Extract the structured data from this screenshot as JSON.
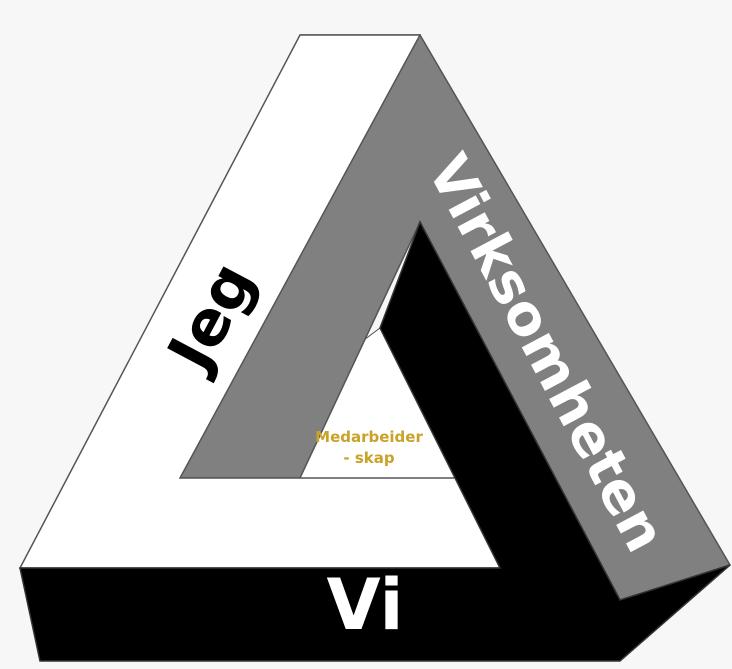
{
  "diagram": {
    "sides": {
      "left": "Jeg",
      "right": "Virksomheten",
      "bottom": "Vi"
    },
    "center": {
      "line1": "Medarbeider",
      "line2": "- skap"
    },
    "colors": {
      "background": "#f7f7f7",
      "white_face": "#ffffff",
      "gray_face": "#808080",
      "black_face": "#000000",
      "outline": "#555555",
      "center_text": "#c9a227",
      "label_on_light": "#000000",
      "label_on_dark": "#ffffff"
    }
  }
}
